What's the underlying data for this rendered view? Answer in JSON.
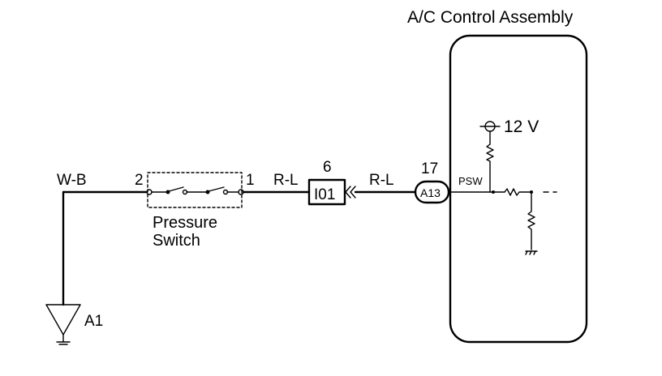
{
  "assembly": {
    "title": "A/C Control Assembly"
  },
  "supply": {
    "voltage_label": "12 V"
  },
  "ground": {
    "label": "A1"
  },
  "switch": {
    "line1": "Pressure",
    "line2": "Switch",
    "pin_left": "2",
    "pin_right": "1"
  },
  "wires": {
    "ground_wire": "W-B",
    "wire_to_connector": "R-L",
    "wire_to_control": "R-L"
  },
  "connector_inline": {
    "label": "I01",
    "pin": "6"
  },
  "connector_control": {
    "label": "A13",
    "pin": "17"
  },
  "terminal": {
    "label": "PSW"
  }
}
